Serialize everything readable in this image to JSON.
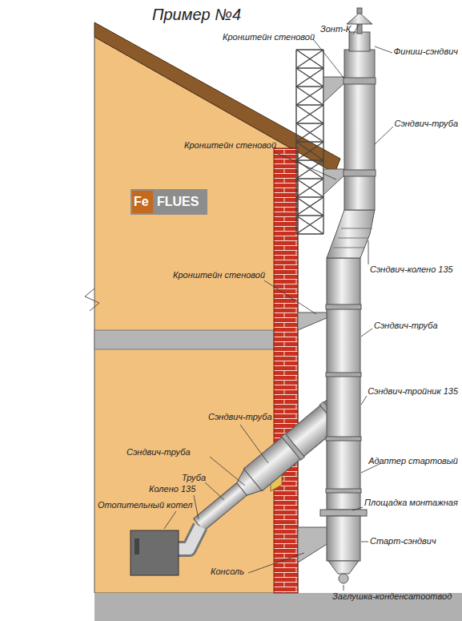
{
  "diagram": {
    "title": "Пример №4",
    "labels": [
      "Зонт-К",
      "Кронштейн стеновой",
      "Финиш-сэндвич",
      "Сэндвич-труба",
      "Кронштейн стеновой",
      "Fe",
      "FLUES",
      "Сэндвич-колено 135",
      "Кронштейн стеновой",
      "Сэндвич-труба",
      "Сэндвич-тройник 135",
      "Сэндвич-труба",
      "Адаптер стартовый",
      "Сэндвич-труба",
      "Труба",
      "Колено 135",
      "Площадка монтажная",
      "Отопительный котел",
      "Старт-сэндвич",
      "Консоль",
      "Заглушка-конденсатоотвод"
    ]
  }
}
